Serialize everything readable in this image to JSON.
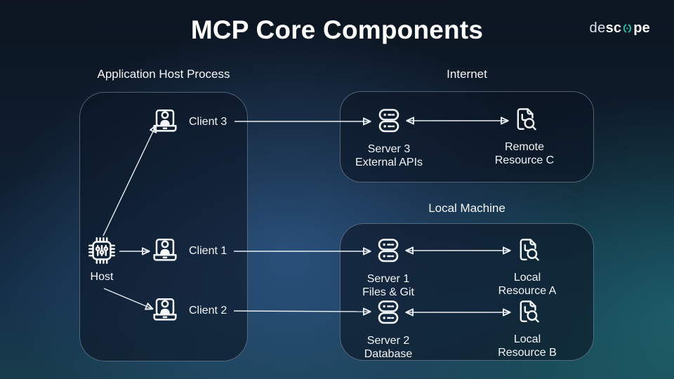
{
  "slide": {
    "title": "MCP Core Components"
  },
  "logo": {
    "part1": "de",
    "part2": "sc",
    "part3": "pe",
    "accent_color": "#1fc9ae"
  },
  "sections": {
    "host_process": {
      "label": "Application Host Process"
    },
    "internet": {
      "label": "Internet"
    },
    "local_machine": {
      "label": "Local Machine"
    }
  },
  "nodes": {
    "host": {
      "label": "Host",
      "icon": "chip-icon"
    },
    "client1": {
      "label": "Client 1",
      "icon": "laptop-user-icon"
    },
    "client2": {
      "label": "Client 2",
      "icon": "laptop-user-icon"
    },
    "client3": {
      "label": "Client 3",
      "icon": "laptop-user-icon"
    },
    "server1": {
      "line1": "Server 1",
      "line2": "Files & Git",
      "icon": "server-icon"
    },
    "server2": {
      "line1": "Server 2",
      "line2": "Database",
      "icon": "server-icon"
    },
    "server3": {
      "line1": "Server 3",
      "line2": "External APIs",
      "icon": "server-icon"
    },
    "resource_a": {
      "line1": "Local",
      "line2": "Resource A",
      "icon": "document-search-icon"
    },
    "resource_b": {
      "line1": "Local",
      "line2": "Resource B",
      "icon": "document-search-icon"
    },
    "resource_c": {
      "line1": "Remote",
      "line2": "Resource C",
      "icon": "document-search-icon"
    }
  },
  "edges": [
    {
      "from": "host",
      "to": "client3",
      "style": "arrow"
    },
    {
      "from": "host",
      "to": "client1",
      "style": "arrow"
    },
    {
      "from": "host",
      "to": "client2",
      "style": "arrow"
    },
    {
      "from": "client3",
      "to": "server3",
      "style": "arrow"
    },
    {
      "from": "server3",
      "to": "resource_c",
      "style": "double-arrow"
    },
    {
      "from": "client1",
      "to": "server1",
      "style": "arrow"
    },
    {
      "from": "server1",
      "to": "resource_a",
      "style": "double-arrow"
    },
    {
      "from": "client2",
      "to": "server2",
      "style": "arrow"
    },
    {
      "from": "server2",
      "to": "resource_b",
      "style": "double-arrow"
    }
  ],
  "colors": {
    "background_navy": "#0c1521",
    "background_blue_glow": "#4076b2",
    "background_teal": "#183c4c",
    "line": "#e9eef4",
    "text": "#f3f6f9",
    "accent_teal": "#1fc9ae"
  }
}
